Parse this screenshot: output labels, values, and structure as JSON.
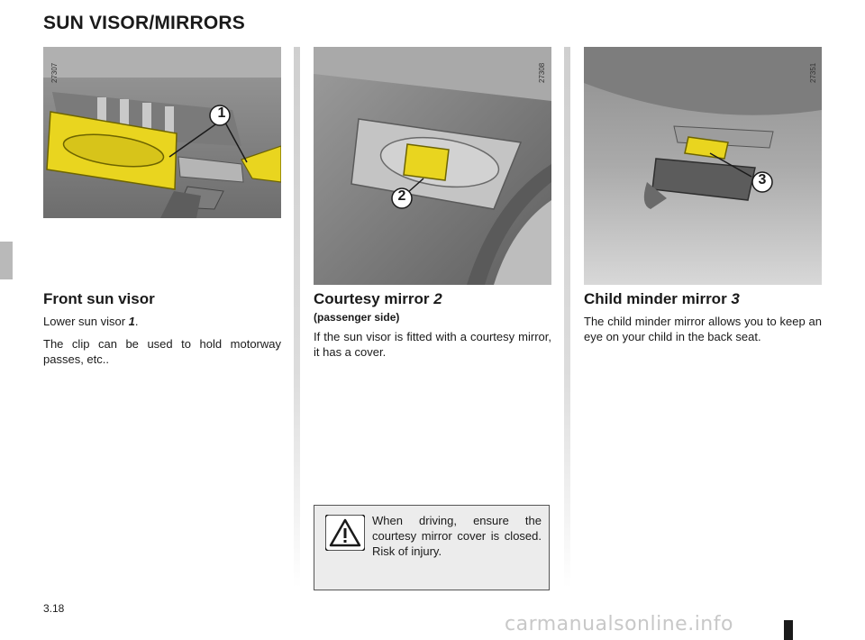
{
  "page": {
    "title": "SUN VISOR/MIRRORS",
    "page_number": "3.18",
    "watermark": "carmanualsonline.info"
  },
  "sections": [
    {
      "ref": "27307",
      "callouts": [
        "1"
      ],
      "heading": "Front sun visor",
      "paragraphs": [
        {
          "pre": "Lower sun visor ",
          "ref": "1",
          "post": "."
        },
        {
          "text": "The clip can be used to hold motorway passes, etc.."
        }
      ]
    },
    {
      "ref": "27308",
      "callouts": [
        "2"
      ],
      "heading": "Courtesy mirror",
      "heading_ref": "2",
      "subheading": "(passenger side)",
      "paragraphs": [
        {
          "text": "If the sun visor is fitted with a courtesy mirror, it has a cover."
        }
      ],
      "warning": "When driving, ensure the courtesy mirror cover is closed. Risk of injury."
    },
    {
      "ref": "27351",
      "callouts": [
        "3"
      ],
      "heading": "Child minder mirror",
      "heading_ref": "3",
      "paragraphs": [
        {
          "text": "The child minder mirror allows you to keep an eye on your child in the back seat."
        }
      ]
    }
  ],
  "colors": {
    "highlight": "#e9d51f",
    "photo_gray": "#8a8a8a"
  },
  "icons": [
    "warning-triangle-icon"
  ]
}
